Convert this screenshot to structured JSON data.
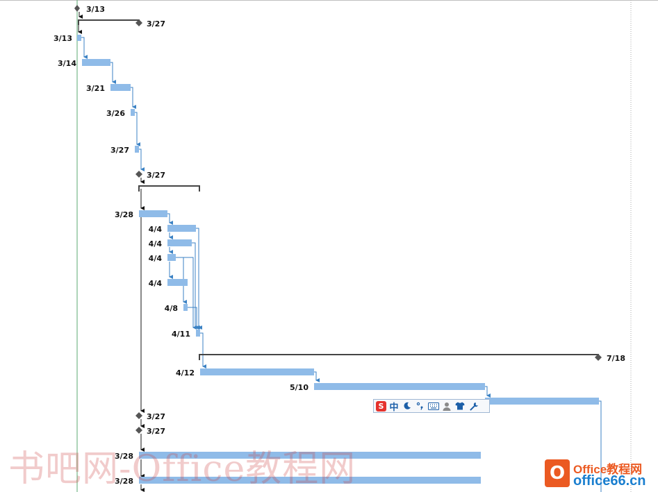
{
  "colors": {
    "bar": "#8fbbe8",
    "link": "#3b82c4",
    "milestone": "#555555",
    "summary": "#444444",
    "today_line": "#5aa870"
  },
  "gantt_rows": [
    {
      "kind": "milestone",
      "label": "3/13"
    },
    {
      "kind": "summary",
      "label": "3/27"
    },
    {
      "kind": "task",
      "label": "3/13"
    },
    {
      "kind": "task",
      "label": "3/14"
    },
    {
      "kind": "task",
      "label": "3/21"
    },
    {
      "kind": "task",
      "label": "3/26"
    },
    {
      "kind": "task",
      "label": "3/27"
    },
    {
      "kind": "milestone",
      "label": "3/27"
    },
    {
      "kind": "summary",
      "label": ""
    },
    {
      "kind": "task",
      "label": "3/28"
    },
    {
      "kind": "task",
      "label": "4/4"
    },
    {
      "kind": "task",
      "label": "4/4"
    },
    {
      "kind": "task",
      "label": "4/4"
    },
    {
      "kind": "task",
      "label": "4/4"
    },
    {
      "kind": "task",
      "label": "4/8"
    },
    {
      "kind": "task",
      "label": "4/11"
    },
    {
      "kind": "summary",
      "label": "7/18"
    },
    {
      "kind": "task",
      "label": "4/12"
    },
    {
      "kind": "task",
      "label": "5/10"
    },
    {
      "kind": "task",
      "label": ""
    },
    {
      "kind": "milestone",
      "label": "3/27"
    },
    {
      "kind": "milestone",
      "label": "3/27"
    },
    {
      "kind": "task",
      "label": "3/28"
    },
    {
      "kind": "task",
      "label": "3/28"
    }
  ],
  "ime_toolbar": {
    "logo": "S",
    "mode": "中",
    "items": [
      "moon-icon",
      "punctuation-icon",
      "keyboard-icon",
      "user-icon",
      "skin-icon",
      "wrench-icon"
    ]
  },
  "watermarks": {
    "left": "书吧网-Office教程网",
    "right_line1": "Office教程网",
    "right_line2": "office66.cn"
  }
}
